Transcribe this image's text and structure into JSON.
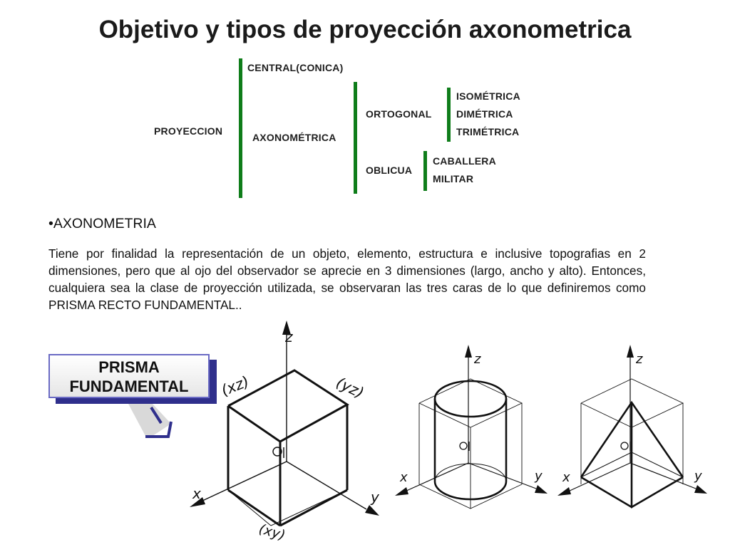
{
  "title": "Objetivo y tipos de proyección axonometrica",
  "tree": {
    "root": "PROYECCION",
    "central": "CENTRAL(CONICA)",
    "axonometrica": "AXONOMÉTRICA",
    "ortogonal": "ORTOGONAL",
    "oblicua": "OBLICUA",
    "ortogonal_children": [
      "ISOMÉTRICA",
      "DIMÉTRICA",
      "TRIMÉTRICA"
    ],
    "oblicua_children": [
      "CABALLERA",
      "MILITAR"
    ],
    "bar_color": "#0f7d1a"
  },
  "section": {
    "bullet": "•AXONOMETRIA",
    "paragraph": "Tiene por finalidad la representación de un objeto, elemento, estructura e inclusive topografias en 2 dimensiones, pero que al ojo del observador se aprecie en 3 dimensiones (largo, ancho y alto). Entonces, cualquiera sea la clase de proyección utilizada, se observaran las tres caras de lo que definiremos como PRISMA RECTO FUNDAMENTAL.."
  },
  "callout": {
    "line1": "PRISMA",
    "line2": "FUNDAMENTAL",
    "shadow_color": "#2f2f8c"
  },
  "figures": {
    "cube": {
      "z": "z",
      "x": "x",
      "y": "y",
      "origin": "O",
      "xz": "(xz)",
      "yz": "(yz)",
      "xy": "(xy)"
    },
    "cylinder": {
      "z": "z",
      "x": "x",
      "y": "y",
      "origin": "O"
    },
    "pyramid": {
      "z": "z",
      "x": "x",
      "y": "y",
      "origin": "O"
    }
  }
}
